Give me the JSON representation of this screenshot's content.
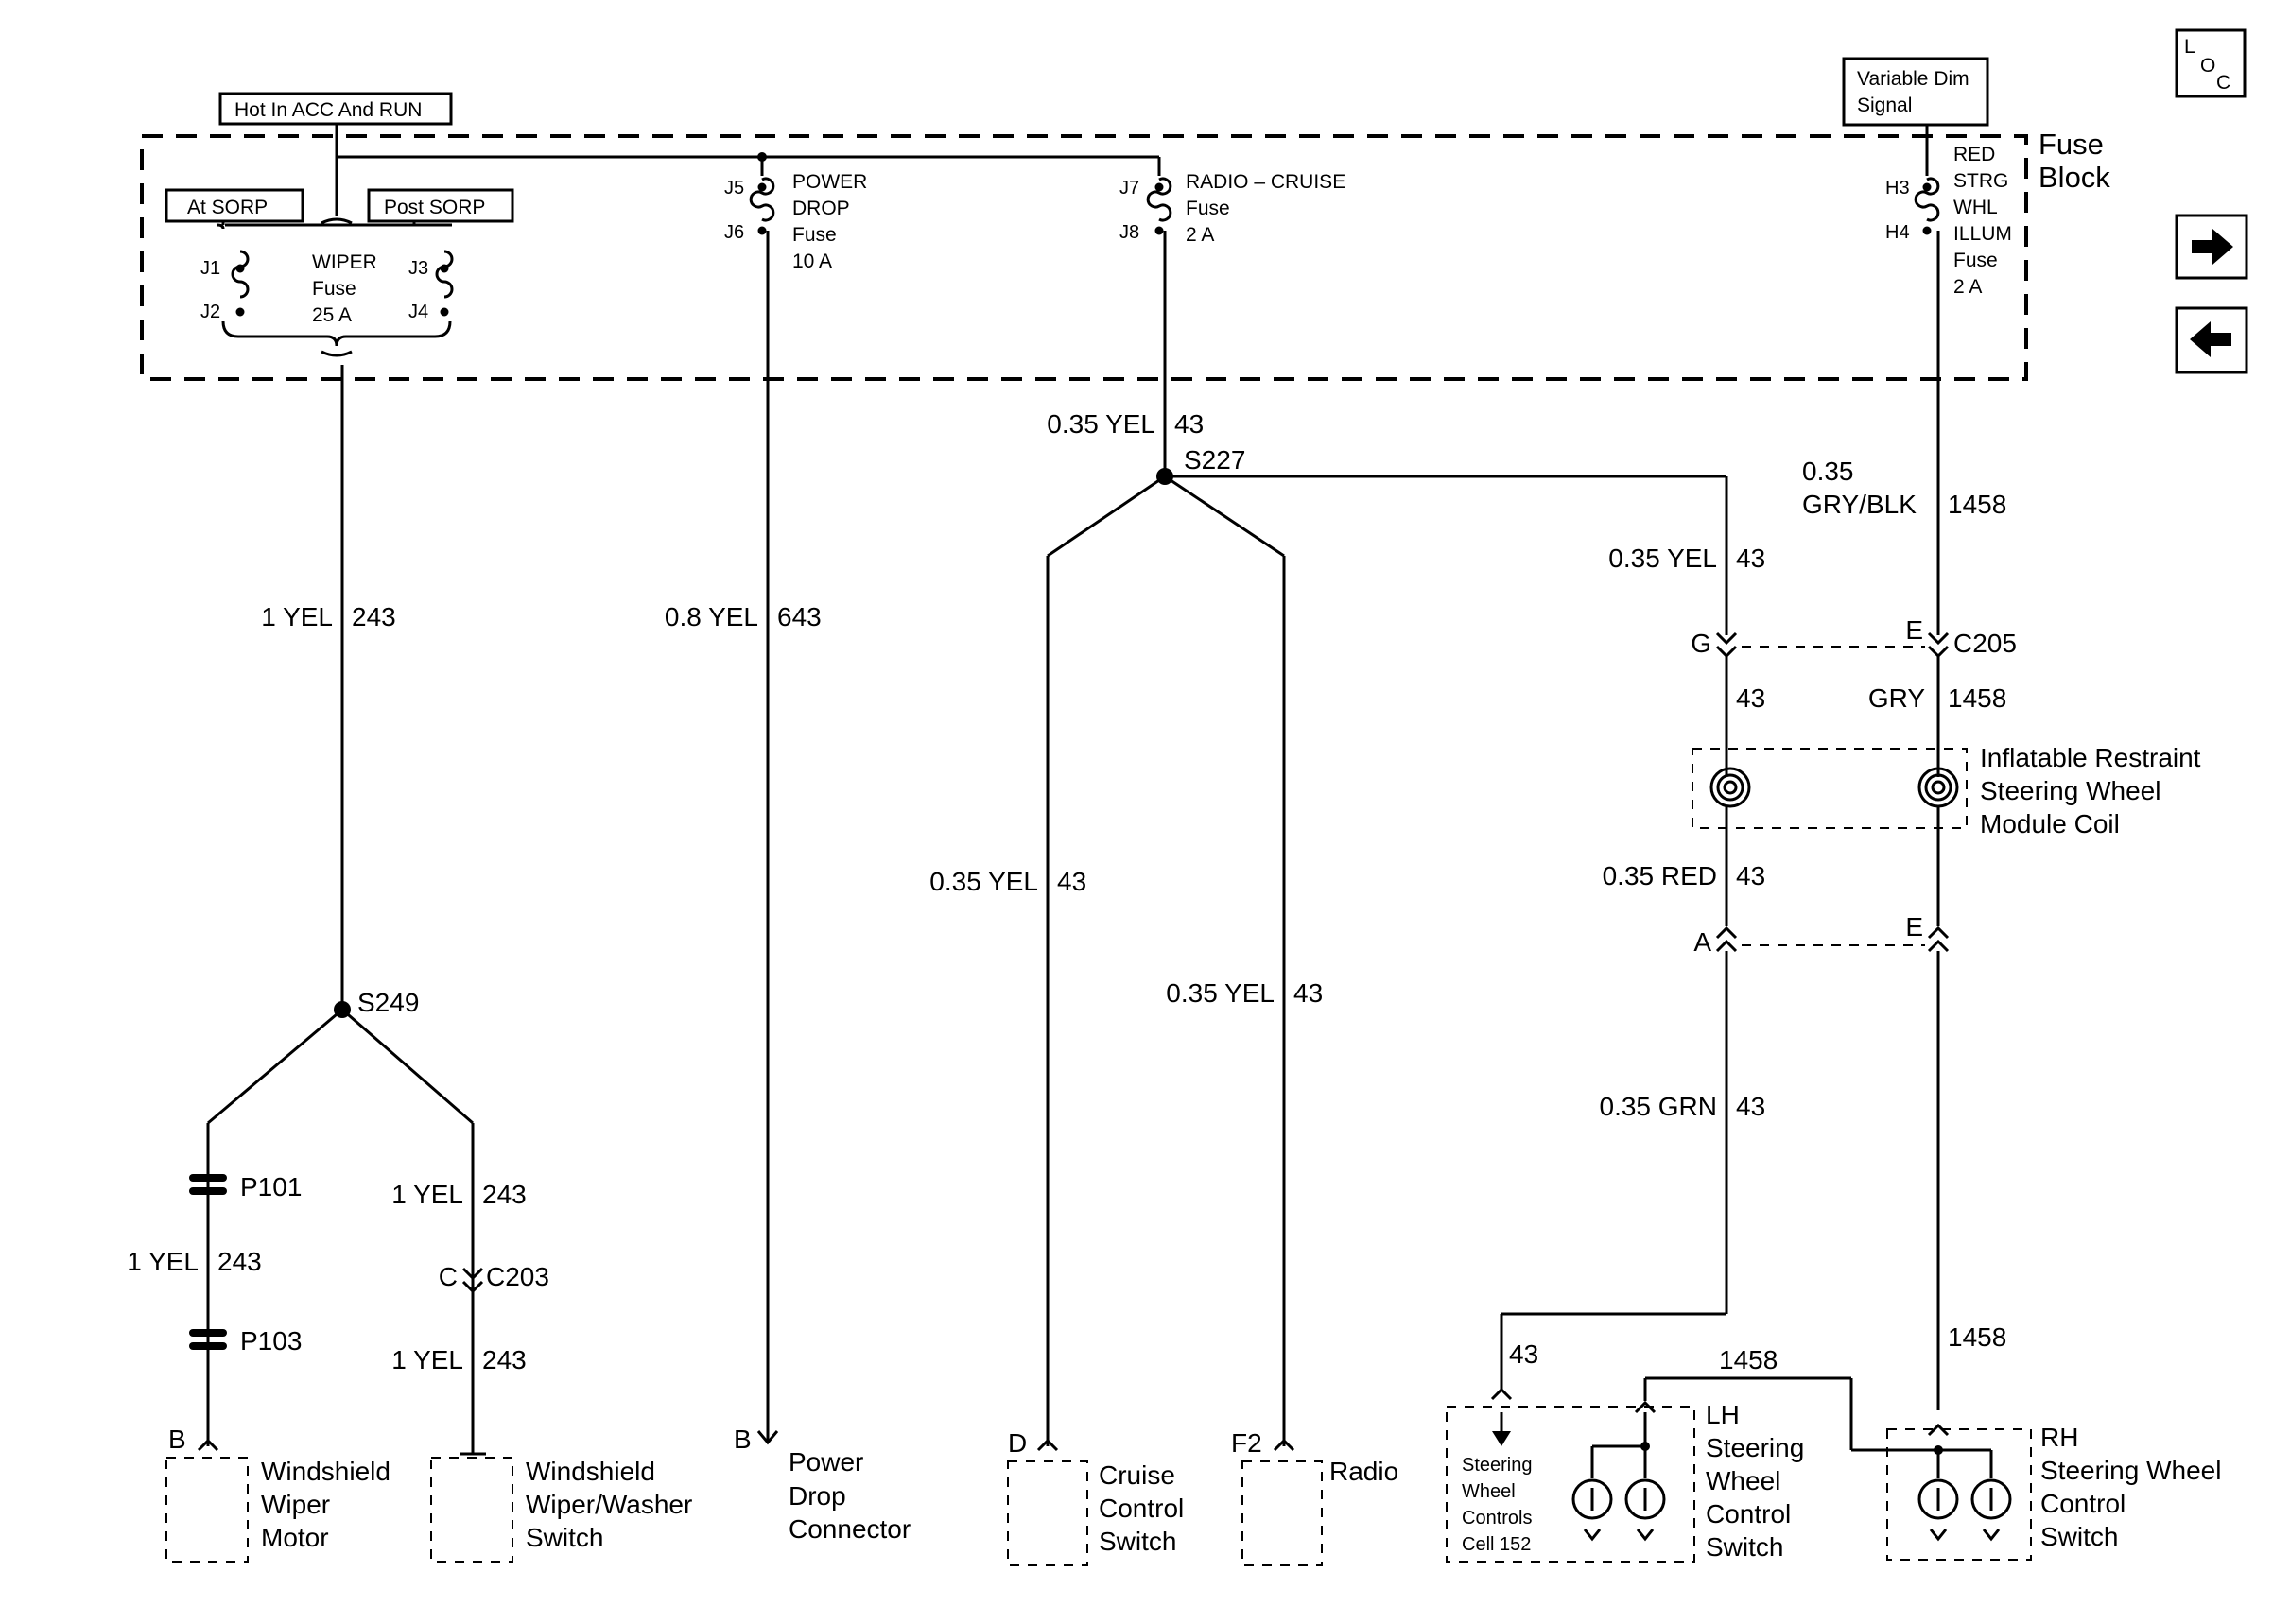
{
  "header": {
    "hot_label": "Hot In ACC And RUN",
    "variable_dim_line1": "Variable Dim",
    "variable_dim_line2": "Signal",
    "fuse_block_line1": "Fuse",
    "fuse_block_line2": "Block",
    "loc_l": "L",
    "loc_o": "O",
    "loc_c": "C"
  },
  "fuses": {
    "at_sorp": "At SORP",
    "post_sorp": "Post SORP",
    "wiper": {
      "line1": "WIPER",
      "line2": "Fuse",
      "line3": "25 A",
      "j1": "J1",
      "j2": "J2",
      "j3": "J3",
      "j4": "J4"
    },
    "power_drop": {
      "line1": "POWER",
      "line2": "DROP",
      "line3": "Fuse",
      "line4": "10 A",
      "top": "J5",
      "bottom": "J6"
    },
    "radio_cruise": {
      "line1": "RADIO – CRUISE",
      "line2": "Fuse",
      "line3": "2 A",
      "top": "J7",
      "bottom": "J8"
    },
    "red_strg": {
      "line1": "RED",
      "line2": "STRG",
      "line3": "WHL",
      "line4": "ILLUM",
      "line5": "Fuse",
      "line6": "2 A",
      "top": "H3",
      "bottom": "H4"
    }
  },
  "wires": {
    "w243_left": "1 YEL",
    "w243_right": "243",
    "w643_left": "0.8 YEL",
    "w643_right": "643",
    "w43_top_left": "0.35 YEL",
    "w43_top_right": "43",
    "w43_cruise_left": "0.35 YEL",
    "w43_cruise_right": "43",
    "w43_radio_left": "0.35 YEL",
    "w43_radio_right": "43",
    "w43_g_left": "0.35 YEL",
    "w43_g_right": "43",
    "w1458_top_line1": "0.35",
    "w1458_top_line2": "GRY/BLK",
    "w1458_top_num": "1458",
    "w43_mid": "43",
    "gry": "GRY",
    "w1458_mid": "1458",
    "red_left": "0.35 RED",
    "red_right": "43",
    "grn_left": "0.35 GRN",
    "grn_right": "43",
    "p_left": "1 YEL",
    "p_right": "243",
    "sw_left1": "1 YEL",
    "sw_right1": "243",
    "sw_left2": "1 YEL",
    "sw_right2": "243",
    "lh_43": "43",
    "lh_1458": "1458",
    "rh_1458": "1458"
  },
  "splices": {
    "s227": "S227",
    "s249": "S249"
  },
  "connectors": {
    "p101": "P101",
    "p103": "P103",
    "c203_pin": "C",
    "c203": "C203",
    "c205_g": "G",
    "c205_e": "E",
    "c205": "C205",
    "coil_a": "A",
    "coil_e": "E"
  },
  "coil": {
    "line1": "Inflatable Restraint",
    "line2": "Steering Wheel",
    "line3": "Module Coil"
  },
  "components": {
    "wiper_motor": {
      "pin": "B",
      "line1": "Windshield",
      "line2": "Wiper",
      "line3": "Motor"
    },
    "washer_switch": {
      "line1": "Windshield",
      "line2": "Wiper/Washer",
      "line3": "Switch"
    },
    "power_drop": {
      "pin": "B",
      "line1": "Power",
      "line2": "Drop",
      "line3": "Connector"
    },
    "cruise": {
      "pin": "D",
      "line1": "Cruise",
      "line2": "Control",
      "line3": "Switch"
    },
    "radio": {
      "pin": "F2",
      "line1": "Radio"
    },
    "lh": {
      "line1": "LH",
      "line2": "Steering",
      "line3": "Wheel",
      "line4": "Control",
      "line5": "Switch"
    },
    "lh_cell": {
      "line1": "Steering",
      "line2": "Wheel",
      "line3": "Controls",
      "line4": "Cell 152"
    },
    "rh": {
      "line1": "RH",
      "line2": "Steering Wheel",
      "line3": "Control",
      "line4": "Switch"
    }
  },
  "nav": {
    "next_icon": "arrow-right-icon",
    "prev_icon": "arrow-left-icon"
  }
}
